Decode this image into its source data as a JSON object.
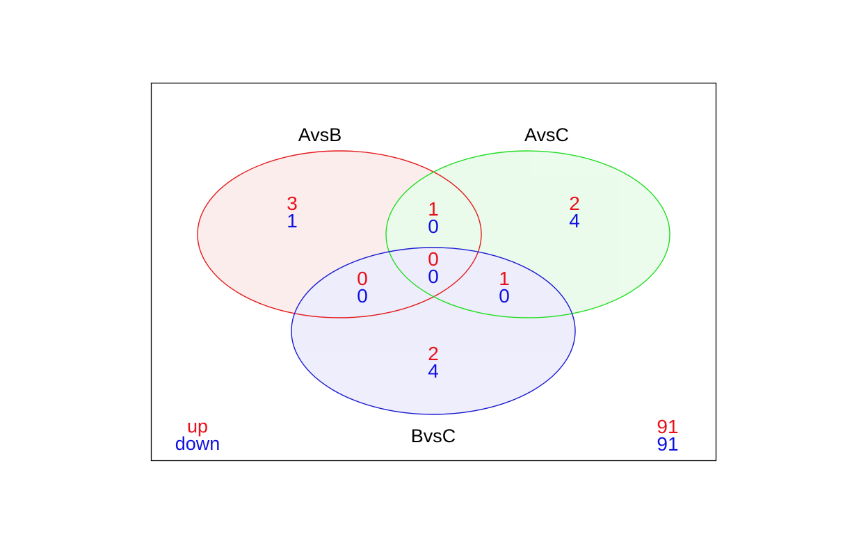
{
  "colors": {
    "up": "#e8101a",
    "down": "#1010e0",
    "label": "#000000",
    "frame": "#000000"
  },
  "sets": [
    {
      "id": "a",
      "label": "AvsB",
      "stroke": "#e31a1c",
      "fill": "#f8d0d0"
    },
    {
      "id": "b",
      "label": "AvsC",
      "stroke": "#22dd22",
      "fill": "#ccf6cc"
    },
    {
      "id": "c",
      "label": "BvsC",
      "stroke": "#1a1ad0",
      "fill": "#d2d2f6"
    }
  ],
  "regions": [
    {
      "id": "a-only",
      "members": [
        "AvsB"
      ],
      "up": "3",
      "down": "1"
    },
    {
      "id": "ab",
      "members": [
        "AvsB",
        "AvsC"
      ],
      "up": "1",
      "down": "0"
    },
    {
      "id": "b-only",
      "members": [
        "AvsC"
      ],
      "up": "2",
      "down": "4"
    },
    {
      "id": "abc",
      "members": [
        "AvsB",
        "AvsC",
        "BvsC"
      ],
      "up": "0",
      "down": "0"
    },
    {
      "id": "ac",
      "members": [
        "AvsB",
        "BvsC"
      ],
      "up": "0",
      "down": "0"
    },
    {
      "id": "bc",
      "members": [
        "AvsC",
        "BvsC"
      ],
      "up": "1",
      "down": "0"
    },
    {
      "id": "c-only",
      "members": [
        "BvsC"
      ],
      "up": "2",
      "down": "4"
    }
  ],
  "outside": {
    "up": "91",
    "down": "91"
  },
  "legend": {
    "up_label": "up",
    "down_label": "down"
  }
}
